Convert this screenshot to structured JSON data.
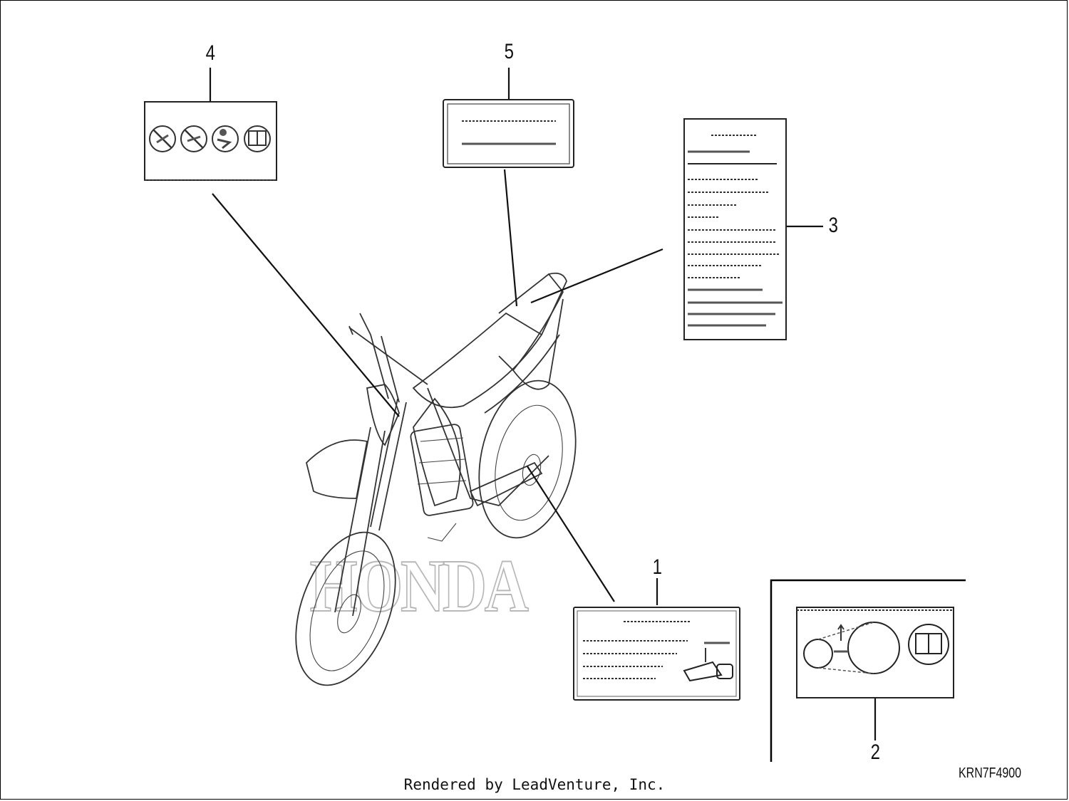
{
  "callouts": {
    "c1": "1",
    "c2": "2",
    "c3": "3",
    "c4": "4",
    "c5": "5"
  },
  "watermark": "HONDA",
  "drawing_code": "KRN7F4900",
  "footer": "Rendered by LeadVenture, Inc."
}
